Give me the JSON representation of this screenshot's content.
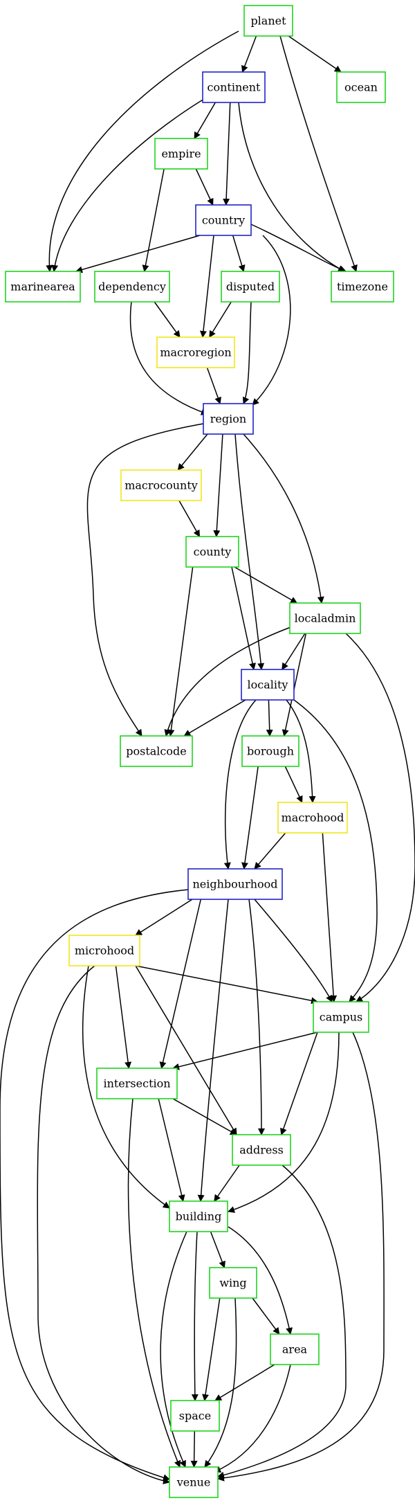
{
  "colors": {
    "green": "#1fd41f",
    "blue": "#2222c8",
    "yellow": "#f0e61a"
  },
  "nodes": {
    "planet": {
      "label": "planet",
      "color": "green"
    },
    "continent": {
      "label": "continent",
      "color": "blue"
    },
    "ocean": {
      "label": "ocean",
      "color": "green"
    },
    "empire": {
      "label": "empire",
      "color": "green"
    },
    "country": {
      "label": "country",
      "color": "blue"
    },
    "marinearea": {
      "label": "marinearea",
      "color": "green"
    },
    "dependency": {
      "label": "dependency",
      "color": "green"
    },
    "disputed": {
      "label": "disputed",
      "color": "green"
    },
    "timezone": {
      "label": "timezone",
      "color": "green"
    },
    "macroregion": {
      "label": "macroregion",
      "color": "yellow"
    },
    "region": {
      "label": "region",
      "color": "blue"
    },
    "macrocounty": {
      "label": "macrocounty",
      "color": "yellow"
    },
    "county": {
      "label": "county",
      "color": "green"
    },
    "localadmin": {
      "label": "localadmin",
      "color": "green"
    },
    "locality": {
      "label": "locality",
      "color": "blue"
    },
    "postalcode": {
      "label": "postalcode",
      "color": "green"
    },
    "borough": {
      "label": "borough",
      "color": "green"
    },
    "macrohood": {
      "label": "macrohood",
      "color": "yellow"
    },
    "neighbourhood": {
      "label": "neighbourhood",
      "color": "blue"
    },
    "microhood": {
      "label": "microhood",
      "color": "yellow"
    },
    "campus": {
      "label": "campus",
      "color": "green"
    },
    "intersection": {
      "label": "intersection",
      "color": "green"
    },
    "address": {
      "label": "address",
      "color": "green"
    },
    "building": {
      "label": "building",
      "color": "green"
    },
    "wing": {
      "label": "wing",
      "color": "green"
    },
    "area": {
      "label": "area",
      "color": "green"
    },
    "space": {
      "label": "space",
      "color": "green"
    },
    "venue": {
      "label": "venue",
      "color": "green"
    }
  },
  "edges": [
    [
      "planet",
      "continent"
    ],
    [
      "planet",
      "ocean"
    ],
    [
      "planet",
      "marinearea"
    ],
    [
      "planet",
      "timezone"
    ],
    [
      "continent",
      "empire"
    ],
    [
      "continent",
      "country"
    ],
    [
      "continent",
      "marinearea"
    ],
    [
      "continent",
      "timezone"
    ],
    [
      "empire",
      "country"
    ],
    [
      "empire",
      "dependency"
    ],
    [
      "country",
      "marinearea"
    ],
    [
      "country",
      "disputed"
    ],
    [
      "country",
      "timezone"
    ],
    [
      "country",
      "macroregion"
    ],
    [
      "country",
      "region"
    ],
    [
      "dependency",
      "macroregion"
    ],
    [
      "dependency",
      "region"
    ],
    [
      "disputed",
      "macroregion"
    ],
    [
      "disputed",
      "region"
    ],
    [
      "macroregion",
      "region"
    ],
    [
      "region",
      "macrocounty"
    ],
    [
      "region",
      "county"
    ],
    [
      "region",
      "locality"
    ],
    [
      "region",
      "localadmin"
    ],
    [
      "region",
      "postalcode"
    ],
    [
      "macrocounty",
      "county"
    ],
    [
      "county",
      "localadmin"
    ],
    [
      "county",
      "locality"
    ],
    [
      "county",
      "postalcode"
    ],
    [
      "localadmin",
      "locality"
    ],
    [
      "localadmin",
      "postalcode"
    ],
    [
      "localadmin",
      "borough"
    ],
    [
      "localadmin",
      "campus"
    ],
    [
      "locality",
      "postalcode"
    ],
    [
      "locality",
      "borough"
    ],
    [
      "locality",
      "macrohood"
    ],
    [
      "locality",
      "neighbourhood"
    ],
    [
      "locality",
      "campus"
    ],
    [
      "borough",
      "macrohood"
    ],
    [
      "borough",
      "neighbourhood"
    ],
    [
      "macrohood",
      "neighbourhood"
    ],
    [
      "macrohood",
      "campus"
    ],
    [
      "neighbourhood",
      "microhood"
    ],
    [
      "neighbourhood",
      "campus"
    ],
    [
      "neighbourhood",
      "intersection"
    ],
    [
      "neighbourhood",
      "address"
    ],
    [
      "neighbourhood",
      "building"
    ],
    [
      "neighbourhood",
      "venue"
    ],
    [
      "microhood",
      "campus"
    ],
    [
      "microhood",
      "intersection"
    ],
    [
      "microhood",
      "address"
    ],
    [
      "microhood",
      "building"
    ],
    [
      "microhood",
      "venue"
    ],
    [
      "campus",
      "intersection"
    ],
    [
      "campus",
      "address"
    ],
    [
      "campus",
      "building"
    ],
    [
      "campus",
      "venue"
    ],
    [
      "intersection",
      "address"
    ],
    [
      "intersection",
      "building"
    ],
    [
      "intersection",
      "venue"
    ],
    [
      "address",
      "building"
    ],
    [
      "address",
      "venue"
    ],
    [
      "building",
      "wing"
    ],
    [
      "building",
      "area"
    ],
    [
      "building",
      "space"
    ],
    [
      "building",
      "venue"
    ],
    [
      "wing",
      "area"
    ],
    [
      "wing",
      "space"
    ],
    [
      "wing",
      "venue"
    ],
    [
      "area",
      "space"
    ],
    [
      "area",
      "venue"
    ],
    [
      "space",
      "venue"
    ]
  ]
}
